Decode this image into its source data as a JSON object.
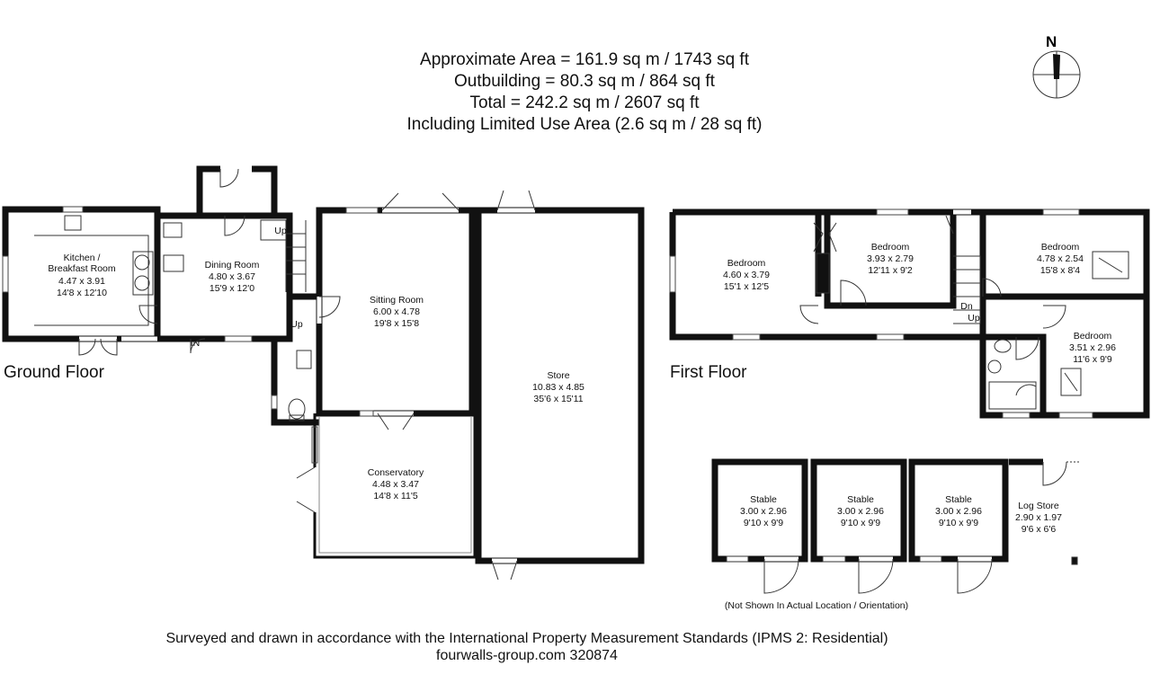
{
  "header": {
    "line1": "Approximate Area = 161.9 sq m / 1743 sq ft",
    "line2": "Outbuilding = 80.3 sq m / 864 sq ft",
    "line3": "Total = 242.2 sq m / 2607 sq ft",
    "line4": "Including Limited Use Area (2.6 sq m / 28 sq ft)"
  },
  "compass": {
    "letter": "N"
  },
  "floors": {
    "ground": "Ground Floor",
    "first": "First Floor"
  },
  "rooms": {
    "kitchen": {
      "name1": "Kitchen /",
      "name2": "Breakfast Room",
      "metric": "4.47 x 3.91",
      "imperial": "14'8 x 12'10"
    },
    "dining": {
      "name": "Dining Room",
      "metric": "4.80 x 3.67",
      "imperial": "15'9 x 12'0"
    },
    "sitting": {
      "name": "Sitting Room",
      "metric": "6.00 x 4.78",
      "imperial": "19'8 x 15'8"
    },
    "store": {
      "name": "Store",
      "metric": "10.83 x 4.85",
      "imperial": "35'6 x 15'11"
    },
    "conservatory": {
      "name": "Conservatory",
      "metric": "4.48 x 3.47",
      "imperial": "14'8 x 11'5"
    },
    "bedroom1": {
      "name": "Bedroom",
      "metric": "4.60 x 3.79",
      "imperial": "15'1 x 12'5"
    },
    "bedroom2": {
      "name": "Bedroom",
      "metric": "3.93 x 2.79",
      "imperial": "12'11 x 9'2"
    },
    "bedroom3": {
      "name": "Bedroom",
      "metric": "4.78 x 2.54",
      "imperial": "15'8 x 8'4"
    },
    "bedroom4": {
      "name": "Bedroom",
      "metric": "3.51 x 2.96",
      "imperial": "11'6 x 9'9"
    },
    "stable1": {
      "name": "Stable",
      "metric": "3.00 x 2.96",
      "imperial": "9'10 x 9'9"
    },
    "stable2": {
      "name": "Stable",
      "metric": "3.00 x 2.96",
      "imperial": "9'10 x 9'9"
    },
    "stable3": {
      "name": "Stable",
      "metric": "3.00 x 2.96",
      "imperial": "9'10 x 9'9"
    },
    "logstore": {
      "name": "Log Store",
      "metric": "2.90 x 1.97",
      "imperial": "9'6 x 6'6"
    }
  },
  "markers": {
    "up": "Up",
    "dn": "Dn",
    "in": "IN"
  },
  "outbuilding_note": "(Not Shown In Actual Location / Orientation)",
  "footer": {
    "line1": "Surveyed and drawn in accordance with the International Property Measurement Standards (IPMS 2: Residential)",
    "line2": "fourwalls-group.com 320874"
  }
}
